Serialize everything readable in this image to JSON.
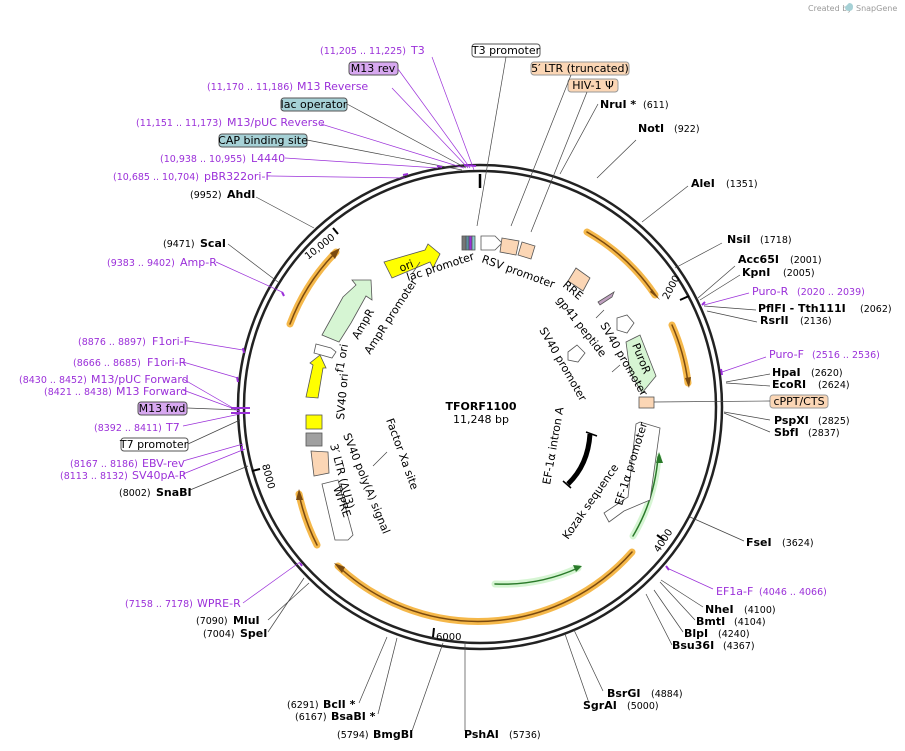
{
  "credit": {
    "prefix": "Created by",
    "brand": "SnapGene"
  },
  "plasmid": {
    "name": "TFORF1100",
    "size": "11,248 bp"
  },
  "ticks": [
    "2000",
    "4000",
    "6000",
    "8000",
    "10,000"
  ],
  "enzymes": [
    {
      "name": "NruI *",
      "pos": "(611)"
    },
    {
      "name": "NotI",
      "pos": "(922)"
    },
    {
      "name": "AleI",
      "pos": "(1351)"
    },
    {
      "name": "NsiI",
      "pos": "(1718)"
    },
    {
      "name": "Acc65I",
      "pos": "(2001)"
    },
    {
      "name": "KpnI",
      "pos": "(2005)"
    },
    {
      "name": "PflFI - Tth111I",
      "pos": "(2062)"
    },
    {
      "name": "RsrII",
      "pos": "(2136)"
    },
    {
      "name": "HpaI",
      "pos": "(2620)"
    },
    {
      "name": "EcoRI",
      "pos": "(2624)"
    },
    {
      "name": "PspXI",
      "pos": "(2825)"
    },
    {
      "name": "SbfI",
      "pos": "(2837)"
    },
    {
      "name": "FseI",
      "pos": "(3624)"
    },
    {
      "name": "NheI",
      "pos": "(4100)"
    },
    {
      "name": "BmtI",
      "pos": "(4104)"
    },
    {
      "name": "BlpI",
      "pos": "(4240)"
    },
    {
      "name": "Bsu36I",
      "pos": "(4367)"
    },
    {
      "name": "BsrGI",
      "pos": "(4884)"
    },
    {
      "name": "SgrAI",
      "pos": "(5000)"
    },
    {
      "name": "PshAI",
      "pos": "(5736)"
    },
    {
      "name": "BmgBI",
      "pos": "(5794)"
    },
    {
      "name": "BsaBI *",
      "pos": "(6167)"
    },
    {
      "name": "BclI *",
      "pos": "(6291)"
    },
    {
      "name": "SpeI",
      "pos": "(7004)"
    },
    {
      "name": "MluI",
      "pos": "(7090)"
    },
    {
      "name": "SnaBI",
      "pos": "(8002)"
    },
    {
      "name": "ScaI",
      "pos": "(9471)"
    },
    {
      "name": "AhdI",
      "pos": "(9952)"
    }
  ],
  "primers": [
    {
      "name": "T3",
      "range": "(11,205 .. 11,225)"
    },
    {
      "name": "M13 Reverse",
      "range": "(11,170 .. 11,186)"
    },
    {
      "name": "M13/pUC Reverse",
      "range": "(11,151 .. 11,173)"
    },
    {
      "name": "L4440",
      "range": "(10,938 .. 10,955)"
    },
    {
      "name": "pBR322ori-F",
      "range": "(10,685 .. 10,704)"
    },
    {
      "name": "Amp-R",
      "range": "(9383 .. 9402)"
    },
    {
      "name": "F1ori-F",
      "range": "(8876 .. 8897)"
    },
    {
      "name": "F1ori-R",
      "range": "(8666 .. 8685)"
    },
    {
      "name": "M13/pUC Forward",
      "range": "(8430 .. 8452)"
    },
    {
      "name": "M13 Forward",
      "range": "(8421 .. 8438)"
    },
    {
      "name": "T7",
      "range": "(8392 .. 8411)"
    },
    {
      "name": "EBV-rev",
      "range": "(8167 .. 8186)"
    },
    {
      "name": "SV40pA-R",
      "range": "(8113 .. 8132)"
    },
    {
      "name": "WPRE-R",
      "range": "(7158 .. 7178)"
    },
    {
      "name": "Puro-R",
      "range": "(2020 .. 2039)"
    },
    {
      "name": "Puro-F",
      "range": "(2516 .. 2536)"
    },
    {
      "name": "EF1a-F",
      "range": "(4046 .. 4066)"
    }
  ],
  "boxes": {
    "t3_promoter": "T3 promoter",
    "ltr5": "5′ LTR (truncated)",
    "hiv": "HIV-1 Ψ",
    "m13rev": "M13 rev",
    "lac_operator": "lac operator",
    "cap": "CAP binding site",
    "m13fwd": "M13 fwd",
    "t7_promoter": "T7 promoter",
    "cppt": "cPPT/CTS"
  },
  "features": {
    "lac_promoter": "lac promoter",
    "rsv_promoter": "RSV promoter",
    "rre": "RRE",
    "gp41": "gp41 peptide",
    "sv40_promoter": "SV40 promoter",
    "sv40_promoter2": "SV40 promoter",
    "puror": "PuroR",
    "ef1a_promoter": "EF-1α promoter",
    "ef1a_intron": "EF-1α intron A",
    "kozak": "Kozak sequence",
    "factor_xa": "Factor Xa site",
    "ltr3": "3′ LTR (ΔU3)",
    "sv40_polya": "SV40 poly(A) signal",
    "wpre": "WPRE",
    "sv40_ori": "SV40 ori",
    "f1_ori": "f1 ori",
    "ampr": "AmpR",
    "ampr_promoter": "AmpR promoter",
    "ori": "ori"
  },
  "colors": {
    "enzyme": "#000000",
    "primer": "#9b30d9",
    "orange_box": "#fbd6b5",
    "blue_box": "#a6d1d6",
    "purple_box": "#d7a8f0",
    "orf_halo": "#f5b84a",
    "yellow": "#ffff00",
    "green": "#d6f5d3"
  }
}
